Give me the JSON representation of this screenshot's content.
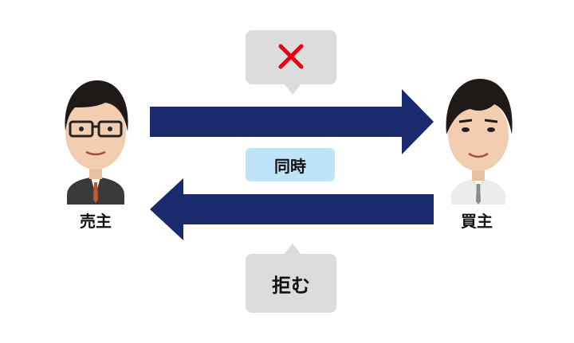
{
  "seller": {
    "label": "売主"
  },
  "buyer": {
    "label": "買主"
  },
  "top_bubble": {
    "symbol": "✕",
    "icon": "cross-icon",
    "symbol_color": "#e60012"
  },
  "center_badge": {
    "text": "同時"
  },
  "bottom_bubble": {
    "text": "拒む"
  },
  "colors": {
    "arrow": "#1a2a6c",
    "bubble": "#dcdcdc",
    "badge": "#bfe3f8"
  }
}
